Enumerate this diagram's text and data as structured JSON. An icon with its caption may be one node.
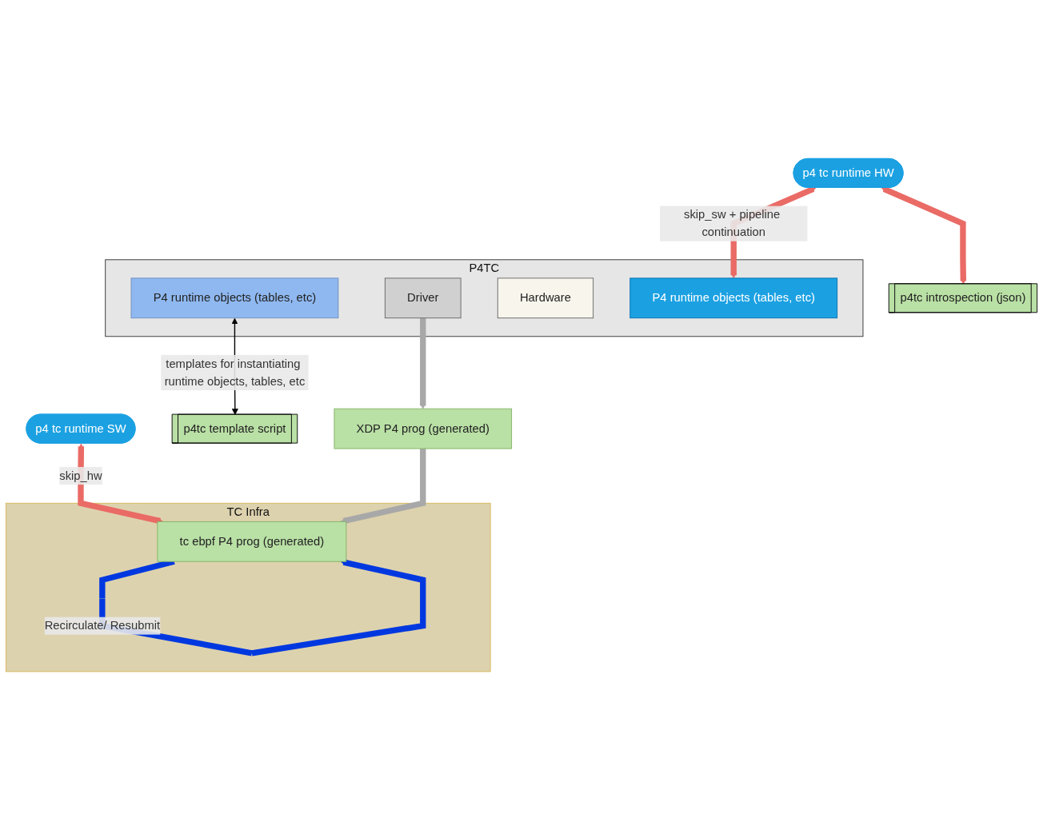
{
  "diagram": {
    "nodes": [
      {
        "text": [
          "p4 tc runtime SW"
        ]
      },
      {
        "text": [
          "p4tc template script"
        ]
      },
      {
        "text": [
          "p4 tc runtime HW"
        ]
      },
      {
        "text": [
          "p4tc introspection (json)"
        ]
      },
      {
        "text": [
          "TC Infra"
        ]
      },
      {
        "text": [
          "tc ebpf P4 prog (generated)"
        ],
        "in": 4
      },
      {
        "text": [
          "P4TC"
        ]
      },
      {
        "text": [
          "P4 runtime objects (tables, etc)"
        ],
        "in": 6
      },
      {
        "text": [
          "Driver"
        ],
        "in": 6
      },
      {
        "text": [
          "Hardware"
        ],
        "in": 6
      },
      {
        "text": [
          "P4 runtime objects (tables, etc)"
        ],
        "in": 6
      },
      {
        "text": [
          "XDP P4 prog (generated)"
        ]
      }
    ],
    "edges": [
      {
        "from": 0,
        "to": 5,
        "arrow": "both",
        "label": "skip_hw",
        "color": "#ea6b66"
      },
      {
        "from": 7,
        "to": 1,
        "arrow": "both",
        "label": "templates for instantiating runtime objects, tables, etc",
        "color": "#000000"
      },
      {
        "from": 2,
        "to": 3,
        "arrow": "both",
        "color": "#ea6b66"
      },
      {
        "from": 2,
        "to": 10,
        "arrow": "both",
        "label": "skip_sw + pipeline continuation",
        "color": "#ea6b66"
      },
      {
        "from": 5,
        "to": 5,
        "arrow": "to",
        "label": "Recirculate/ Resubmit",
        "color": "#0038e0"
      },
      {
        "from": 11,
        "to": 5,
        "arrow": "to",
        "color": "#a8a8a8"
      },
      {
        "from": 8,
        "to": 11,
        "arrow": "to",
        "color": "#a8a8a8"
      }
    ]
  }
}
